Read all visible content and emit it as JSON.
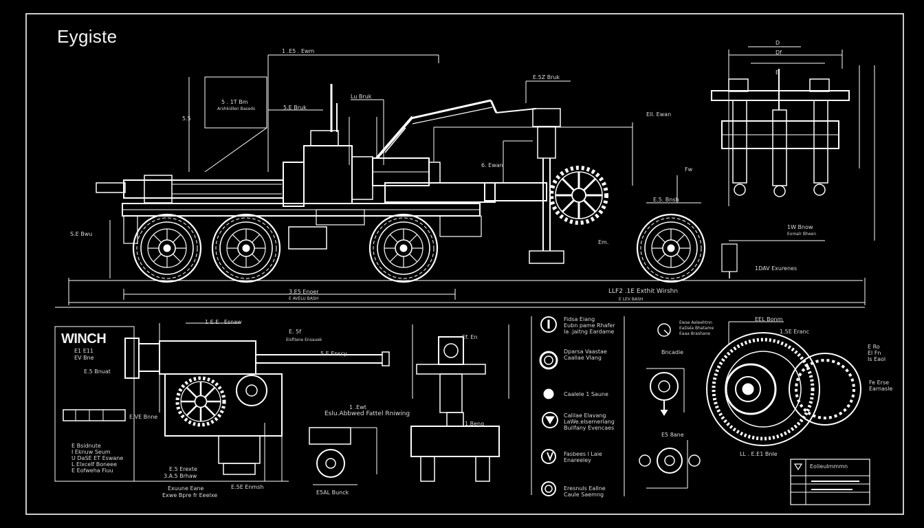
{
  "sheet": {
    "title": "Eygiste",
    "winch_label": "WINCH",
    "background": "#000000",
    "line_color": "#ffffff"
  },
  "main_view": {
    "dim_top": "1 .E5 . Ewm",
    "dim_a": "5 . 1T  Bm",
    "dim_a_sub": "Arshkidlen Baseds",
    "dim_b": "5.E Bruk",
    "dim_c": "Lu Bruk",
    "dim_d": "E.5Z Bruk",
    "dim_e": "Ell. Ewan",
    "dim_f": "5.5",
    "dim_g": "6. Ewan",
    "dim_h": "E.5. Bnsh",
    "dim_i": "Em.",
    "dim_left": "S.E Bwu",
    "dim_bottom_left": "3.E5 Enoer",
    "dim_bottom_left_sub": "E AVELU BASH",
    "dim_bottom_right": "LLF2 .1E Exthit Wirshn",
    "dim_bottom_right_sub": "E LEV BASH",
    "dim_right": "1W Bnow",
    "dim_right_sub": "Exmalr Bheen",
    "dim_far_right": "1DAV Exurenes"
  },
  "front_view": {
    "dim_top": "D",
    "dim_width": "Df",
    "dim_mid": "E",
    "dim_left": "Fw"
  },
  "winch_view": {
    "sub_a": "E1 E11",
    "sub_b": "EV  Bne",
    "dim_top": "1 E.E . Esnaw",
    "dim_arm": "E. 5f",
    "dim_arm_sub": "Eisfilane Ensauek",
    "dim_b": "5.E Enscy",
    "dim_c": "E.VE Bnne",
    "dim_d": "E.5 Erexte",
    "dim_e": "3.A.5 Brhaw",
    "dim_f": "E.5E Enmsh",
    "dim_left": "E.5 Bnuat",
    "legend": [
      "E Bsidnute",
      "I Eknuw Seum",
      "U DaSE ET Eswane",
      "L Elxcelf Boneee",
      "E Eofweha Fiuu"
    ]
  },
  "center_view": {
    "label_top": "1 .Ewt",
    "caption": "Eslu.Abbwed  Fattel Rniwing",
    "dim_a": "Ef. En",
    "dim_b": "1.Beng",
    "footer": "E5AL Bunck"
  },
  "footer_left": {
    "line1": "Exuune Eane",
    "line2": "Exwe Bpre fr Eeelxe"
  },
  "icon_list": [
    {
      "icon": "pin-icon",
      "text": "Fidsa Eiang\nEubn pame Rhafer\nIa .jaitng Eardame"
    },
    {
      "icon": "ring-icon",
      "text": "Dparsa Vaastae\nCaallae Vlang"
    },
    {
      "icon": "dot-icon",
      "text": "Caalele 1 Saune"
    },
    {
      "icon": "hook-icon",
      "text": "Calilae Elavang\nLaWe.elsemerlang\nBuilfany Evencaes"
    },
    {
      "icon": "drop-icon",
      "text": "Fasbees l Laie\nEnareeley"
    },
    {
      "icon": "spiral-icon",
      "text": "Eresnuls Eallne\nCaule Saemng"
    }
  ],
  "detail_view": {
    "label_a": "Ewse Aeleehtnn\nEaDala Bhatame\nEaaa Brashane",
    "label_b": "EEL Bonm",
    "label_c": "1.5E Eranc",
    "label_d": "Bncadie",
    "label_e": "E Ro\nEl Fn\nIs Eaol",
    "label_f": "Fe Erse\nEarnasle",
    "label_g": "E5 8ane",
    "label_h": "LL . E.E1 Bnle"
  },
  "title_block": {
    "row1": "Eolieulmmmn"
  }
}
